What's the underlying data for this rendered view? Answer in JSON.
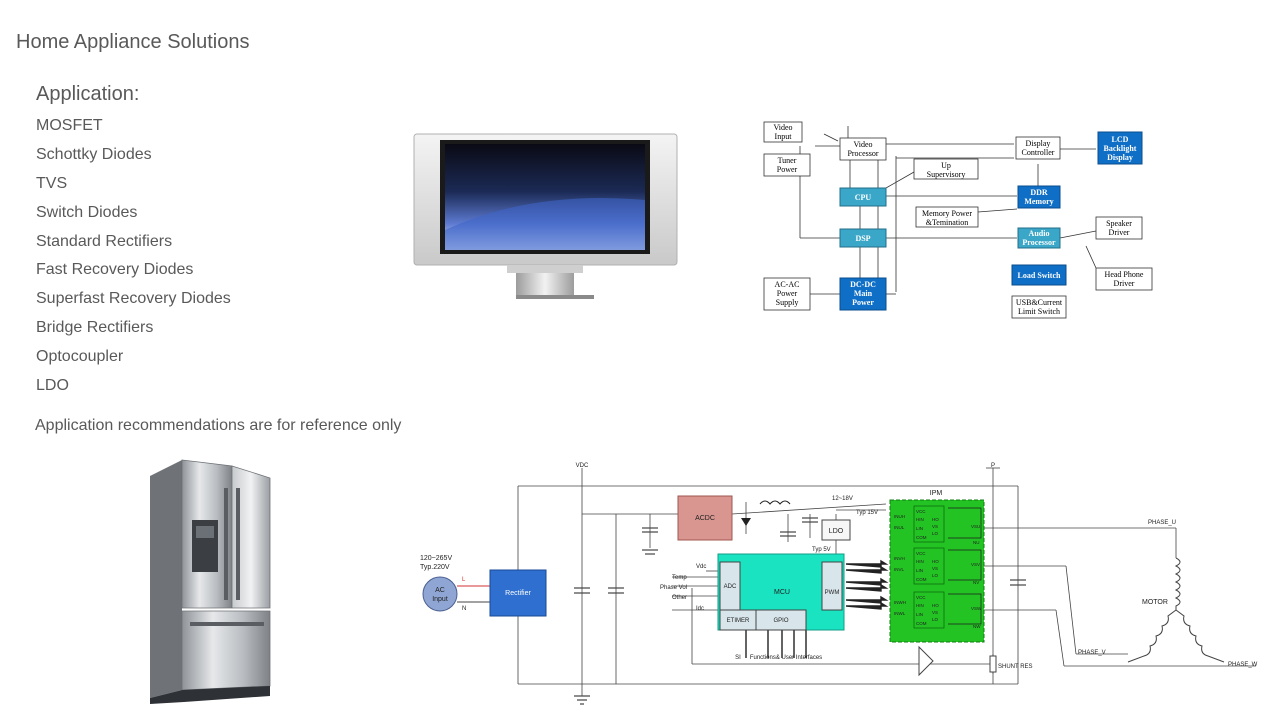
{
  "page": {
    "title": "Home Appliance Solutions"
  },
  "application": {
    "heading": "Application:",
    "items": [
      "MOSFET",
      "Schottky Diodes",
      "TVS",
      "Switch Diodes",
      "Standard Rectifiers",
      "Fast Recovery Diodes",
      "Superfast Recovery Diodes",
      "Bridge Rectifiers",
      "Optocoupler",
      "LDO"
    ],
    "note": "Application recommendations are for reference only"
  },
  "tv_block_diagram": {
    "video_input": [
      "Video",
      "Input"
    ],
    "tuner_power": [
      "Tuner",
      "Power"
    ],
    "video_processor": [
      "Video",
      "Processor"
    ],
    "display_controller": [
      "Display",
      "Controller"
    ],
    "lcd_backlight": [
      "LCD",
      "Backlight",
      "Display"
    ],
    "up_supervisory": [
      "Up",
      "Supervisory"
    ],
    "cpu": "CPU",
    "ddr_memory": [
      "DDR",
      "Memory"
    ],
    "memory_power": [
      "Memory Power",
      "&Temination"
    ],
    "dsp": "DSP",
    "audio_processor": [
      "Audio",
      "Processor"
    ],
    "speaker_driver": [
      "Speaker",
      "Driver"
    ],
    "load_switch": "Load Switch",
    "head_phone_driver": [
      "Head Phone",
      "Driver"
    ],
    "ac_ac_power": [
      "AC-AC",
      "Power",
      "Supply"
    ],
    "dcdc_main_power": [
      "DC-DC",
      "Main",
      "Power"
    ],
    "usb_limit_switch": [
      "USB&Current",
      "Limit Switch"
    ]
  },
  "motor_schematic": {
    "vdc": "VDC",
    "p": "P",
    "input_voltage": [
      "120~265V",
      "Typ.220V"
    ],
    "ac_input": [
      "AC",
      "Input"
    ],
    "l": "L",
    "n": "N",
    "rectifier": "Rectifier",
    "acdc": "ACDC",
    "v12_18": "12~18V",
    "typ15": "Typ 15V",
    "ldo": "LDO",
    "typ5": "Typ 5V",
    "ipm": "IPM",
    "mcu": "MCU",
    "adc": "ADC",
    "pwm": "PWM",
    "etimer": "ETIMER",
    "gpio": "GPIO",
    "vdc_in": "Vdc",
    "temp": "Temp",
    "phase_vol": "Phase Vol",
    "other": "Other",
    "idc": "Idc",
    "si": "SI",
    "functions": "Functions&  User Interfaces",
    "motor": "MOTOR",
    "phase_u": "PHASE_U",
    "phase_v": "PHASE_V",
    "phase_w": "PHASE_W",
    "shunt_res": "SHUNT RES",
    "ipm_pins": [
      "VCC",
      "HIN",
      "LIN",
      "COM",
      "HO",
      "VS",
      "LO"
    ],
    "ipm_inputs": [
      "INUH",
      "INUL",
      "INVH",
      "INVL",
      "INWH",
      "INWL"
    ],
    "ipm_phase_labels": [
      "VSU",
      "VSV",
      "VSW"
    ],
    "ipm_n_labels": [
      "NU",
      "NV",
      "NW"
    ]
  },
  "colors": {
    "blue_block": "#0f6fc6",
    "teal_block": "#3aa6c8",
    "mcu": "#19e3c1",
    "ipm": "#22c322",
    "acdc": "#d9958f",
    "rectifier": "#2f6fd0"
  }
}
